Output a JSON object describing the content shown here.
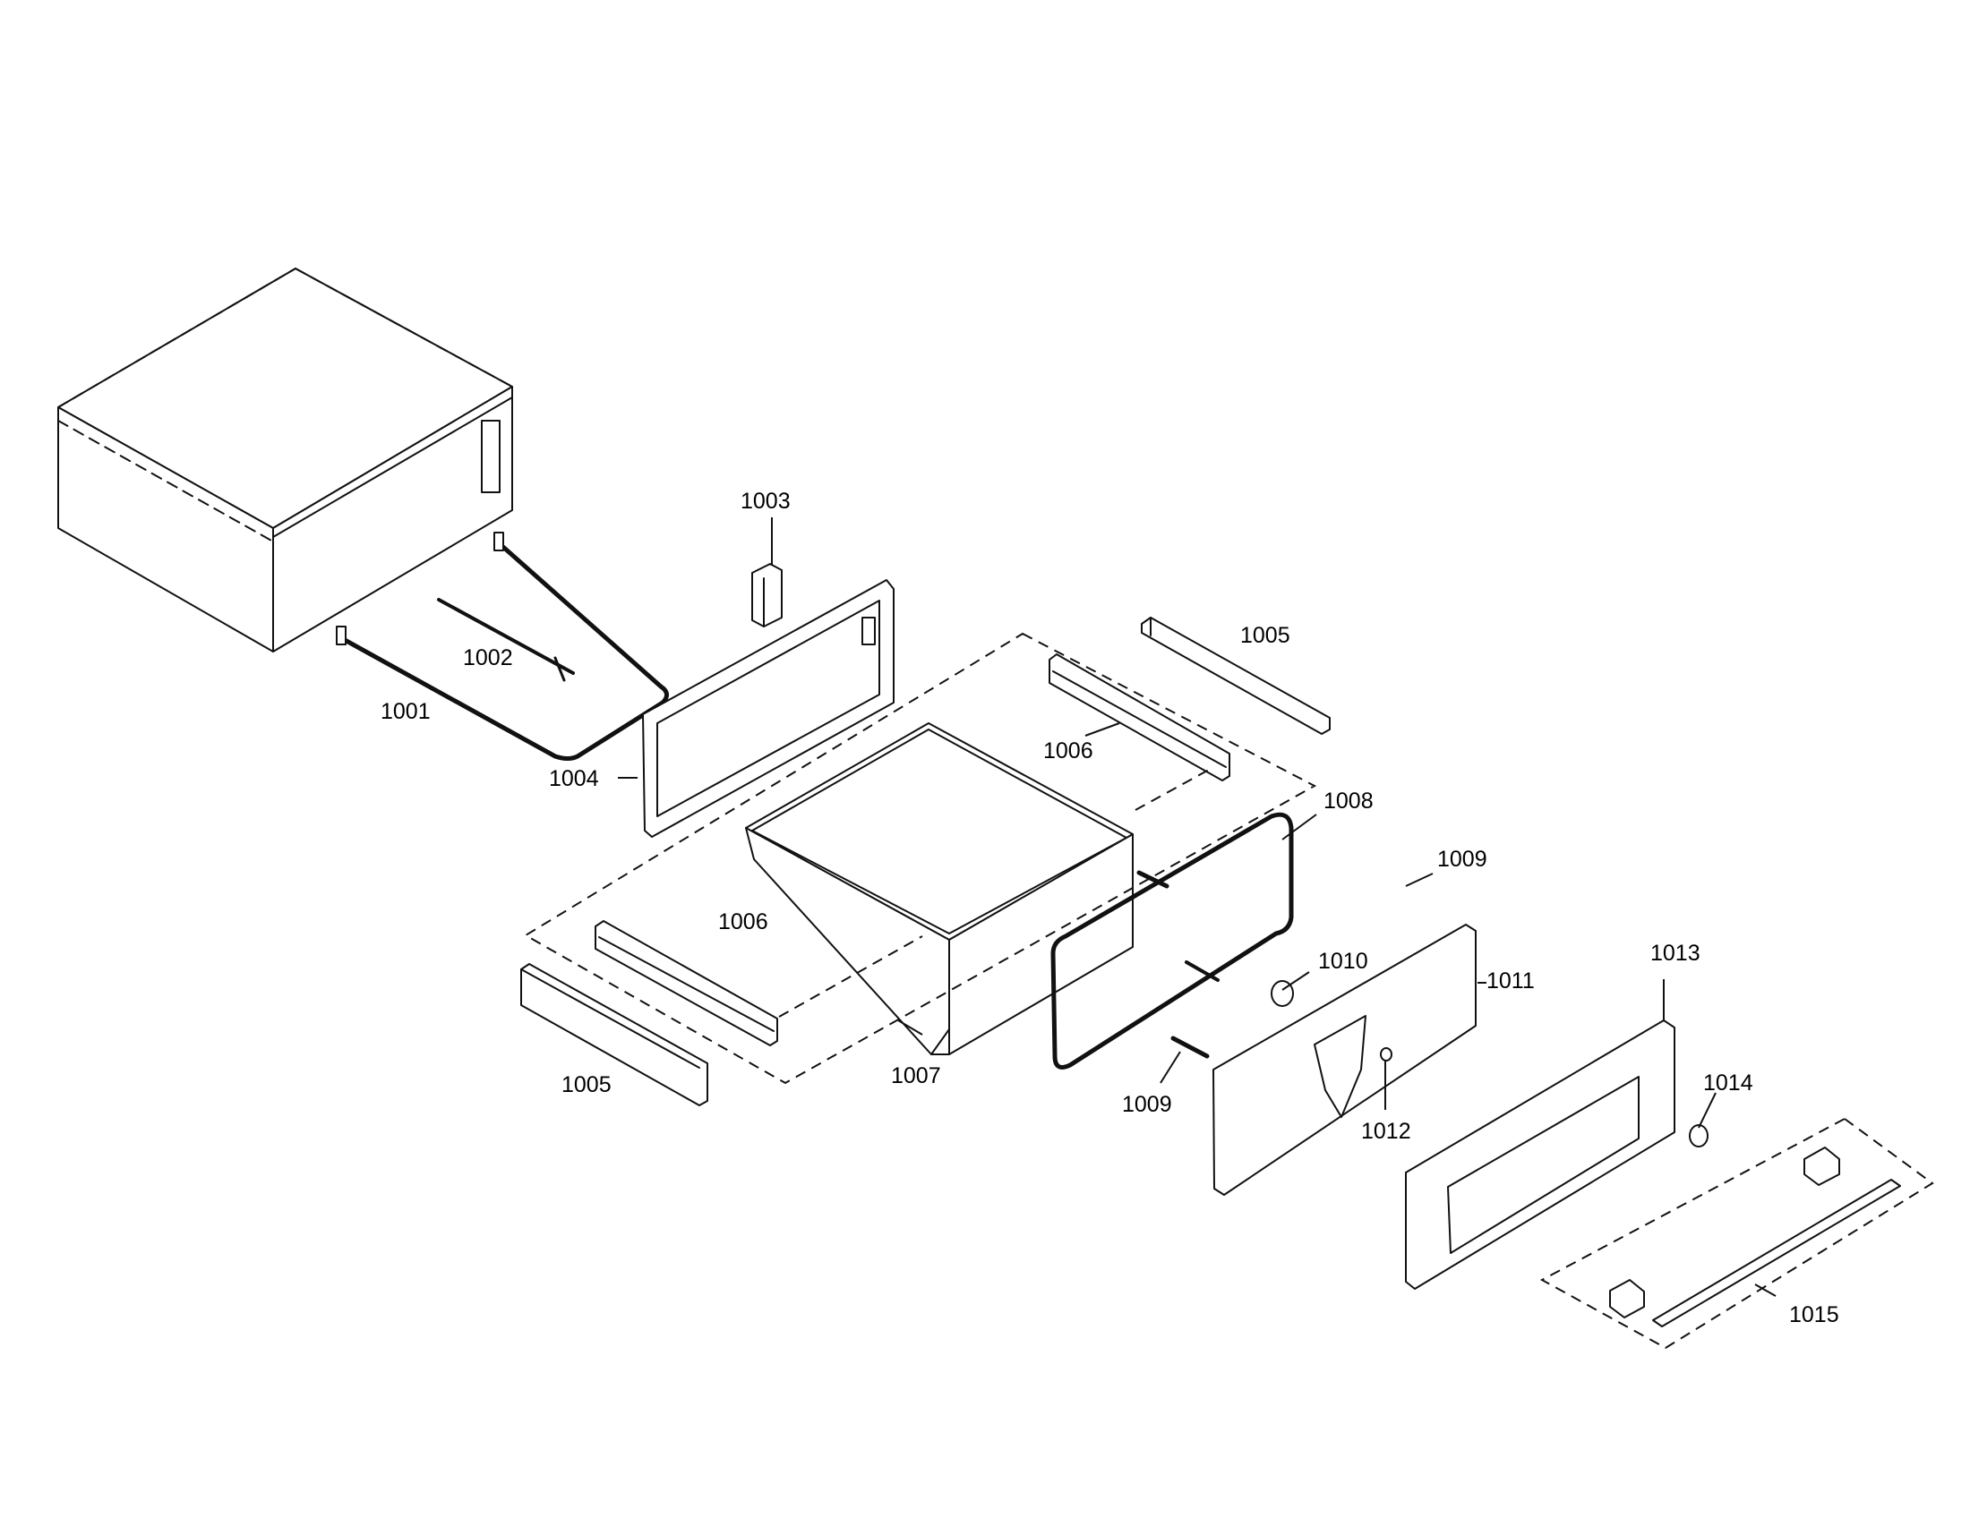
{
  "labels": {
    "p1001": "1001",
    "p1002": "1002",
    "p1003": "1003",
    "p1004": "1004",
    "p1005a": "1005",
    "p1005b": "1005",
    "p1006a": "1006",
    "p1006b": "1006",
    "p1007": "1007",
    "p1008": "1008",
    "p1009a": "1009",
    "p1009b": "1009",
    "p1010": "1010",
    "p1011": "1011",
    "p1012": "1012",
    "p1013": "1013",
    "p1014": "1014",
    "p1015": "1015"
  }
}
